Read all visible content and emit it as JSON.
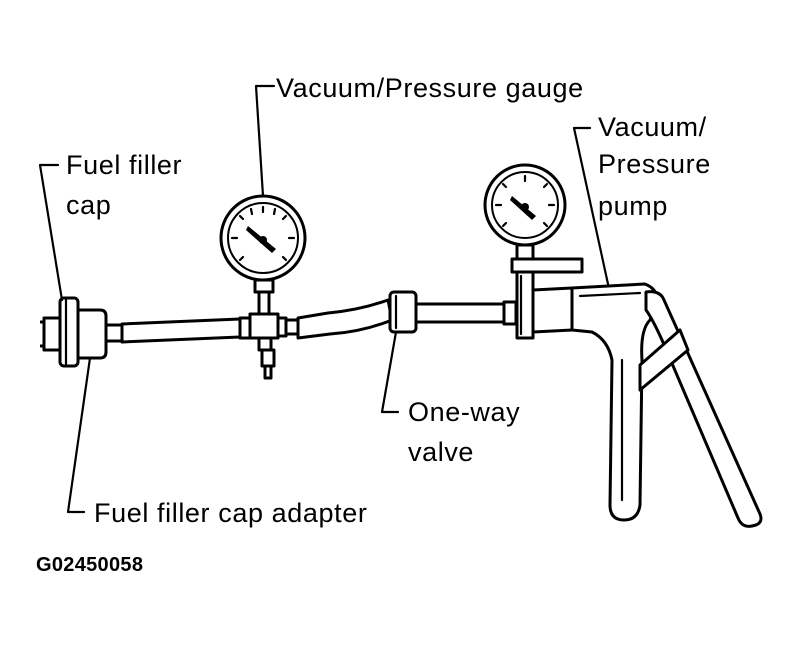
{
  "labels": {
    "vacuum_pressure_gauge": "Vacuum/Pressure gauge",
    "pump_line1": "Vacuum/",
    "pump_line2": "Pressure",
    "pump_line3": "pump",
    "fuel_filler_cap_line1": "Fuel filler",
    "fuel_filler_cap_line2": "cap",
    "one_way_valve_line1": "One-way",
    "one_way_valve_line2": "valve",
    "fuel_filler_cap_adapter": "Fuel filler cap adapter"
  },
  "figure_code": "G02450058"
}
